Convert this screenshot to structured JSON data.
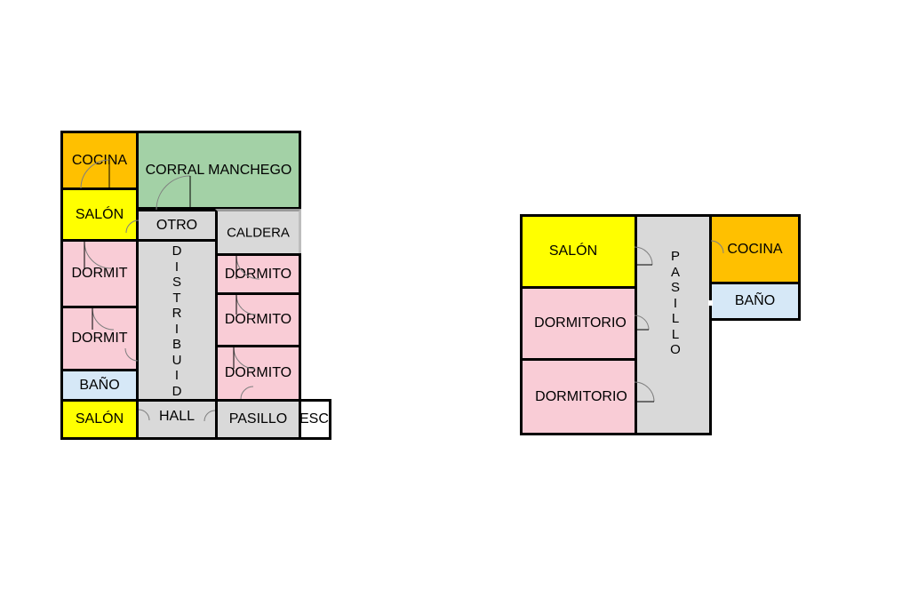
{
  "plan_left": {
    "rooms": {
      "cocina": "COCINA",
      "corral": "CORRAL MANCHEGO",
      "salon_top": "SALÓN",
      "otro": "OTRO",
      "caldera": "CALDERA",
      "dormit_1": "DORMIT",
      "dormit_2": "DORMIT",
      "dormito_1": "DORMITO",
      "dormito_2": "DORMITO",
      "dormito_3": "DORMITO",
      "distribuidor": "DISTRIBUIDOR",
      "bano": "BAÑO",
      "salon_bottom": "SALÓN",
      "hall": "HALL",
      "pasillo": "PASILLO",
      "esc": "ESC"
    }
  },
  "plan_right": {
    "rooms": {
      "salon": "SALÓN",
      "pasillo": "PASILLO",
      "cocina": "COCINA",
      "bano": "BAÑO",
      "dormitorio_1": "DORMITORIO",
      "dormitorio_2": "DORMITORIO"
    }
  }
}
